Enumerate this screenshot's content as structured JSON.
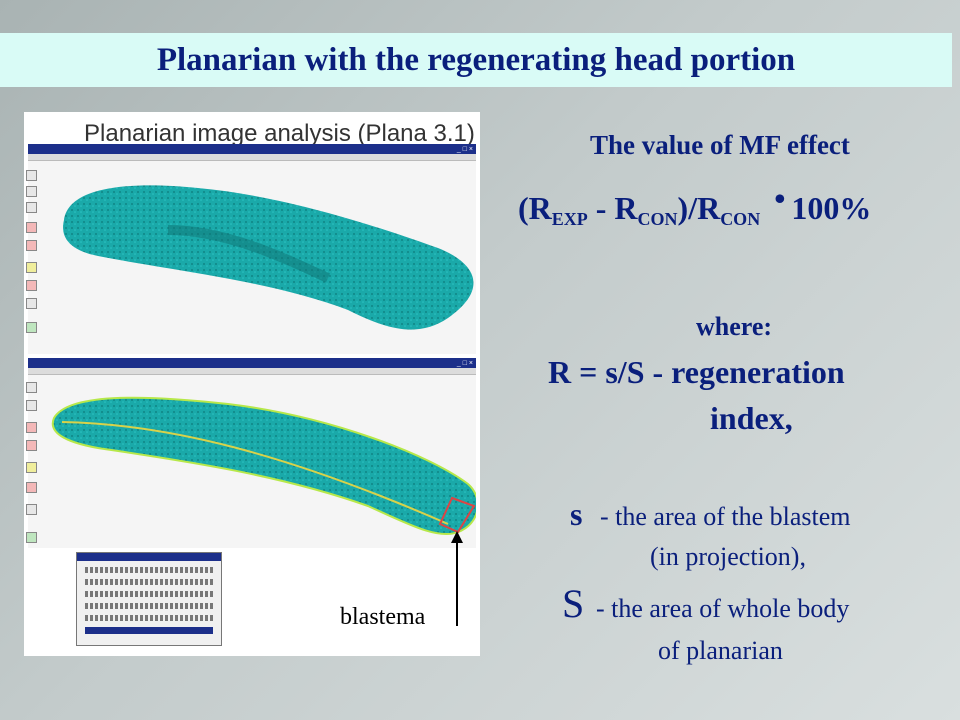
{
  "slide": {
    "title": "Planarian with the regenerating head portion",
    "screenshot_caption": "Planarian image analysis (Plana 3.1)",
    "blastema_label": "blastema",
    "mf_heading": "The value of MF effect",
    "formula": {
      "open": "(R",
      "exp": "EXP",
      "minus": " - R",
      "con1": "CON",
      "div": ")/R",
      "con2": "CON",
      "dot": "•",
      "percent": "100%"
    },
    "where": "where:",
    "r_line1": "R = s/S -  regeneration",
    "r_line2": "index,",
    "s_small_letter": "s",
    "s_small_text": "- the area of the blastem",
    "s_small_text2": "(in projection),",
    "s_big_letter": "S",
    "s_big_text": "- the area of whole body",
    "s_big_text2": "of  planarian"
  },
  "colors": {
    "title_text": "#0a1f7c",
    "title_bg": "#d9fbf6",
    "body_fill": "#1aa9a9",
    "outline": "#b7e84a"
  }
}
